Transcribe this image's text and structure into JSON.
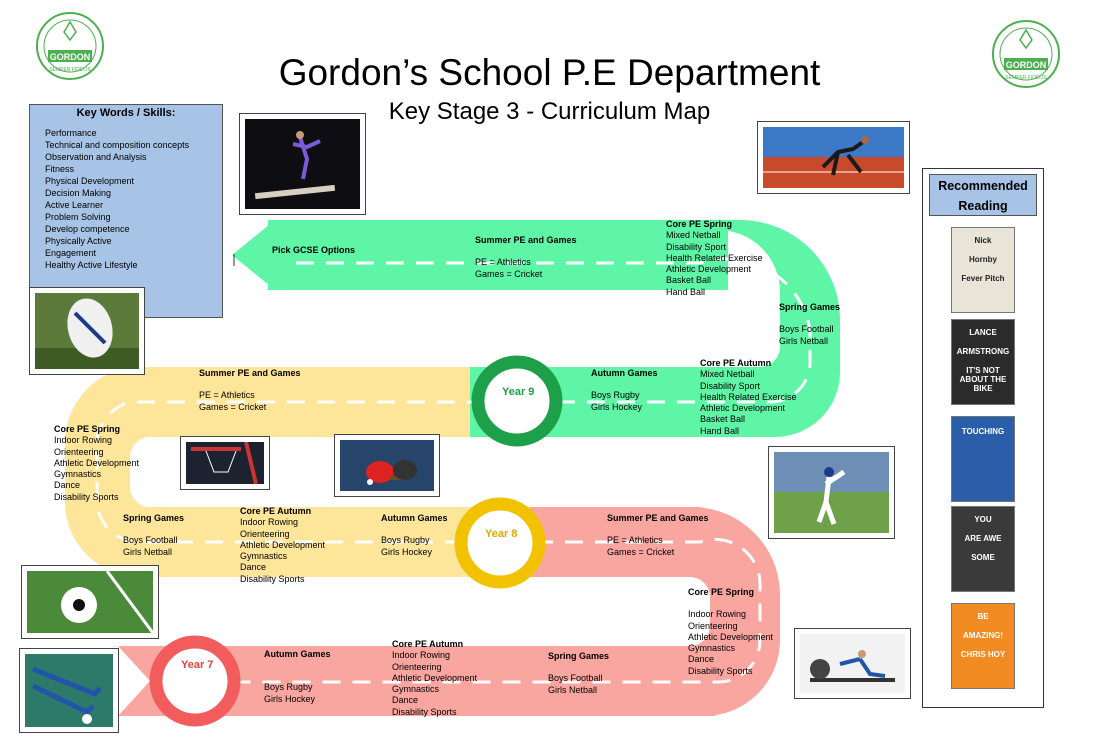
{
  "header": {
    "title": "Gordon’s School P.E Department",
    "subtitle": "Key Stage 3 - Curriculum Map",
    "logo_text": "GORDON",
    "logo_motto": "SEMPER FIDELIS"
  },
  "key_words": {
    "title": "Key Words / Skills:",
    "items": [
      "Performance",
      "Technical and composition concepts",
      "Observation and Analysis",
      "Fitness",
      "Physical Development",
      "Decision Making",
      "Active Learner",
      "Problem Solving",
      "Develop competence",
      "Physically Active",
      "Engagement",
      "Healthy Active Lifestyle"
    ]
  },
  "reading": {
    "title": "Recommended Reading",
    "books": [
      {
        "top": "Nick",
        "mid": "Hornby",
        "bottom": "Fever Pitch",
        "color": "#e8e4d8"
      },
      {
        "top": "LANCE",
        "mid": "ARMSTRONG",
        "bottom": "IT'S NOT ABOUT THE BIKE",
        "color": "#2b2b2b"
      },
      {
        "top": "",
        "mid": "",
        "bottom": "TOUCHING",
        "color": "#2a5ea8"
      },
      {
        "top": "YOU",
        "mid": "ARE AWE",
        "bottom": "SOME",
        "color": "#3a3a3a"
      },
      {
        "top": "BE",
        "mid": "AMAZING!",
        "bottom": "CHRIS HOY",
        "color": "#f28b22"
      }
    ]
  },
  "colors": {
    "green": "#5ef5a6",
    "yellow": "#fde59a",
    "red": "#f9a5a0",
    "year9": "#1ea04a",
    "year8": "#f2c200",
    "year7": "#f25c5c"
  },
  "years": {
    "year9": "Year 9",
    "year8": "Year 8",
    "year7": "Year 7"
  },
  "labels": {
    "gcse": "Pick GCSE Options",
    "y9_summer": {
      "title": "Summer PE and Games",
      "lines": [
        "PE = Athletics",
        "Games = Cricket"
      ]
    },
    "y9_core_spring": {
      "title": "Core PE Spring",
      "lines": [
        "Mixed Netball",
        "Disability Sport",
        "Health Related Exercise",
        "Athletic Development",
        "Basket Ball",
        "Hand Ball"
      ]
    },
    "y9_spring_games": {
      "title": "Spring Games",
      "lines": [
        "Boys Football",
        "Girls Netball"
      ]
    },
    "y9_autumn_games": {
      "title": "Autumn Games",
      "lines": [
        "Boys Rugby",
        "Girls Hockey"
      ]
    },
    "y9_core_autumn": {
      "title": "Core PE Autumn",
      "lines": [
        "Mixed Netball",
        "Disability Sport",
        "Health Related Exercise",
        "Athletic Development",
        "Basket Ball",
        "Hand Ball"
      ]
    },
    "y8_summer": {
      "title": "Summer PE and Games",
      "lines": [
        "PE = Athletics",
        "Games = Cricket"
      ]
    },
    "y8_core_spring": {
      "title": "Core PE Spring",
      "lines": [
        "Indoor Rowing",
        "Orienteering",
        "Athletic Development",
        "Gymnastics",
        "Dance",
        "Disability Sports"
      ]
    },
    "y8_spring_games": {
      "title": "Spring Games",
      "lines": [
        "Boys Football",
        "Girls Netball"
      ]
    },
    "y8_core_autumn": {
      "title": "Core PE Autumn",
      "lines": [
        "Indoor Rowing",
        "Orienteering",
        "Athletic Development",
        "Gymnastics",
        "Dance",
        "Disability Sports"
      ]
    },
    "y8_autumn_games": {
      "title": "Autumn Games",
      "lines": [
        "Boys Rugby",
        "Girls Hockey"
      ]
    },
    "y7_summer": {
      "title": "Summer PE and Games",
      "lines": [
        "PE = Athletics",
        "Games = Cricket"
      ]
    },
    "y7_core_spring": {
      "title": "Core PE Spring",
      "lines": [
        "Indoor Rowing",
        "Orienteering",
        "Athletic Development",
        "Gymnastics",
        "Dance",
        "Disability Sports"
      ]
    },
    "y7_autumn_games": {
      "title": "Autumn Games",
      "lines": [
        "Boys Rugby",
        "Girls Hockey"
      ]
    },
    "y7_core_autumn": {
      "title": "Core PE Autumn",
      "lines": [
        "Indoor Rowing",
        "Orienteering",
        "Athletic Development",
        "Gymnastics",
        "Dance",
        "Disability Sports"
      ]
    },
    "y7_spring_games": {
      "title": "Spring Games",
      "lines": [
        "Boys Football",
        "Girls Netball"
      ]
    }
  }
}
